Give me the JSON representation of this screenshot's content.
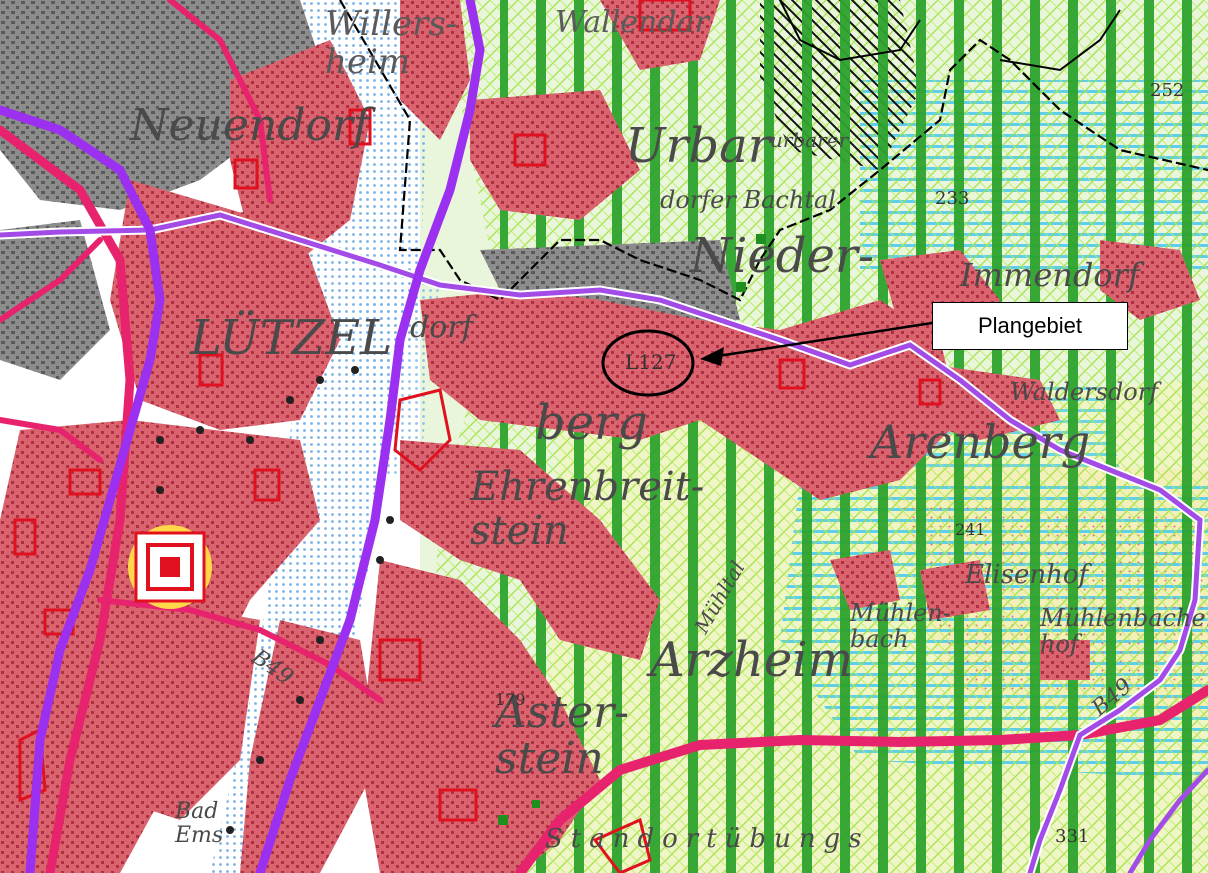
{
  "map": {
    "callout_label": "Plangebiet",
    "road_label": "L127",
    "place_labels": {
      "willersheim": "Willers-\nheim",
      "wallendar": "Wallendar",
      "neuendorf": "Neuendorf",
      "urbar": "Urbar",
      "urbarer": "urbarer",
      "daelchental": "dorfer Bachtal",
      "nieder": "Nieder-",
      "immendorf": "Immendorf",
      "dorf": "dorf",
      "luetzel": "LÜTZEL",
      "berg": "berg",
      "ehrenbreitstein": "Ehrenbreit-\nstein",
      "arenberg": "Arenberg",
      "waldersdorf": "Waldersdorf",
      "elisenhof": "Elisenhof",
      "muehlenbach": "Mühlen-\nbach",
      "muehlenbacherhof": "Mühlenbacher-\nhof",
      "arzheim": "Arzheim",
      "asterstein": "Aster-\nstein",
      "standort": "Standortübungs",
      "bad_ems": "Bad\nEms",
      "muehltal": "Mühltal",
      "b49_left": "B49",
      "b49_right": "B49"
    },
    "elevations": {
      "e252": "252",
      "e233": "233",
      "e241": "241",
      "e179": "179",
      "e331": "331"
    },
    "colors": {
      "settlement": "#d9636e",
      "industry": "#8c8c8c",
      "forest_green": "#2ea32e",
      "hatch_lime": "#9be03c",
      "water_blue": "#5ecfea",
      "purple_boundary": "#a24be6",
      "pink_road": "#e8236e",
      "black_boundary": "#000000"
    },
    "symbols": [
      "oberzentrum-symbol"
    ]
  }
}
